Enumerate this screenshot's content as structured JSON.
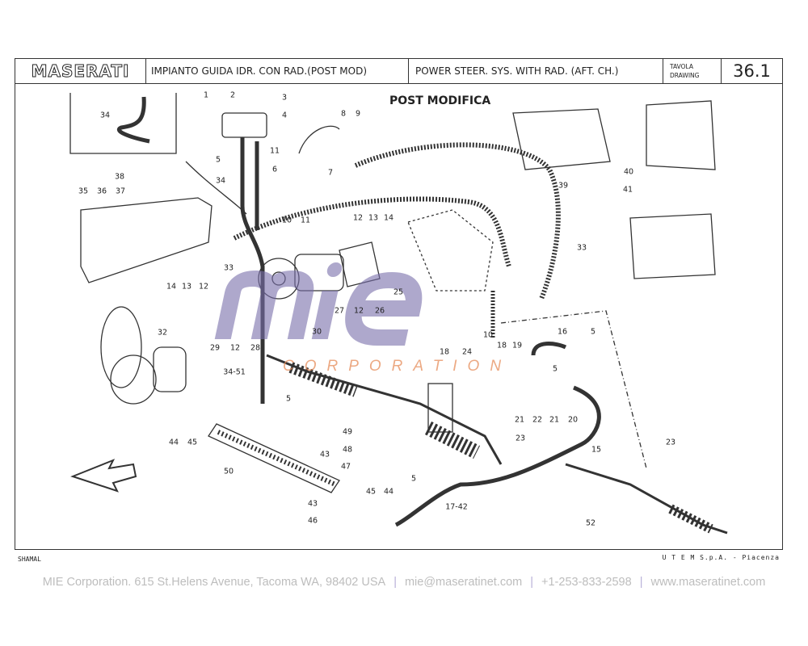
{
  "header": {
    "logo": "MASERATI",
    "title_it": "IMPIANTO GUIDA IDR. CON RAD.(POST MOD)",
    "title_en": "POWER STEER. SYS. WITH RAD. (AFT. CH.)",
    "tavola_label": "TAVOLA",
    "drawing_label": "DRAWING",
    "drawing_number": "36.1"
  },
  "diagram": {
    "heading": "POST MODIFICA",
    "callouts": [
      "34",
      "1",
      "2",
      "3",
      "4",
      "8",
      "9",
      "5",
      "11",
      "6",
      "7",
      "34",
      "38",
      "35",
      "36",
      "37",
      "10",
      "11",
      "12",
      "13",
      "14",
      "33",
      "33",
      "39",
      "40",
      "41",
      "14",
      "13",
      "12",
      "32",
      "29",
      "12",
      "28",
      "27",
      "12",
      "26",
      "25",
      "30",
      "10",
      "16",
      "5",
      "18",
      "24",
      "18",
      "19",
      "5",
      "34-51",
      "5",
      "21",
      "22",
      "21",
      "20",
      "49",
      "44",
      "45",
      "23",
      "48",
      "43",
      "47",
      "50",
      "15",
      "23",
      "5",
      "45",
      "44",
      "43",
      "17-42",
      "46",
      "52"
    ]
  },
  "watermark": {
    "brand": "mie",
    "sub": "CORPORATION"
  },
  "footer": {
    "model": "SHAMAL",
    "publisher": "U T E M  S.p.A. - Piacenza",
    "address": "MIE Corporation. 615 St.Helens Avenue, Tacoma WA, 98402 USA",
    "email": "mie@maseratinet.com",
    "phone": "+1-253-833-2598",
    "website": "www.maseratinet.com"
  }
}
